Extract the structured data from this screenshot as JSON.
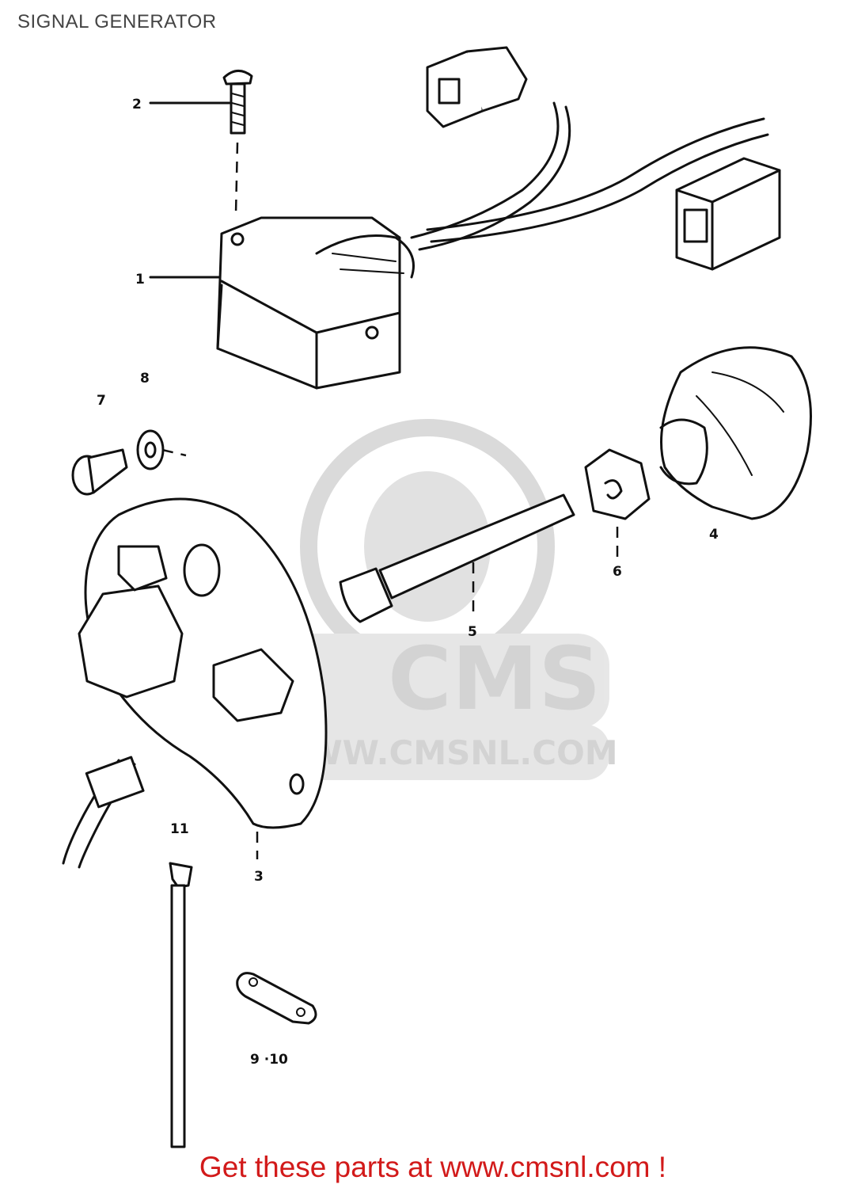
{
  "page": {
    "title": "SIGNAL GENERATOR",
    "footer": "Get these parts at www.cmsnl.com !"
  },
  "watermark": {
    "brand": "CMS",
    "url": "WWW.CMSNL.COM"
  },
  "callouts": {
    "c1": "1",
    "c2": "2",
    "c3": "3",
    "c4": "4",
    "c5": "5",
    "c6": "6",
    "c7": "7",
    "c8": "8",
    "c9_10": "9 ·10",
    "c11": "11"
  },
  "colors": {
    "footer_text": "#d21a1a",
    "title_text": "#444444",
    "watermark": "#cfcfcf"
  }
}
